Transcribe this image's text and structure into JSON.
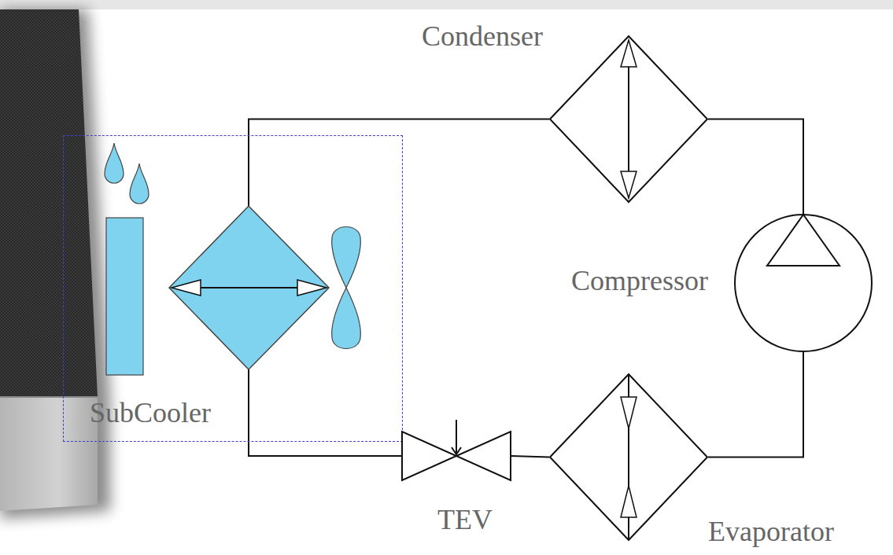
{
  "diagram": {
    "nodes": [
      {
        "text": [
          "Condenser"
        ]
      },
      {
        "text": [
          "SubCooler"
        ]
      },
      {
        "text": [
          "Compressor"
        ]
      },
      {
        "text": [
          "TEV"
        ]
      },
      {
        "text": [
          "Evaporator"
        ]
      }
    ],
    "edges": [
      {
        "from": 2,
        "to": 0,
        "arrow": "none"
      },
      {
        "from": 0,
        "to": 1,
        "arrow": "none"
      },
      {
        "from": 1,
        "to": 3,
        "arrow": "none"
      },
      {
        "from": 3,
        "to": 4,
        "arrow": "none"
      },
      {
        "from": 4,
        "to": 2,
        "arrow": "none"
      }
    ]
  }
}
